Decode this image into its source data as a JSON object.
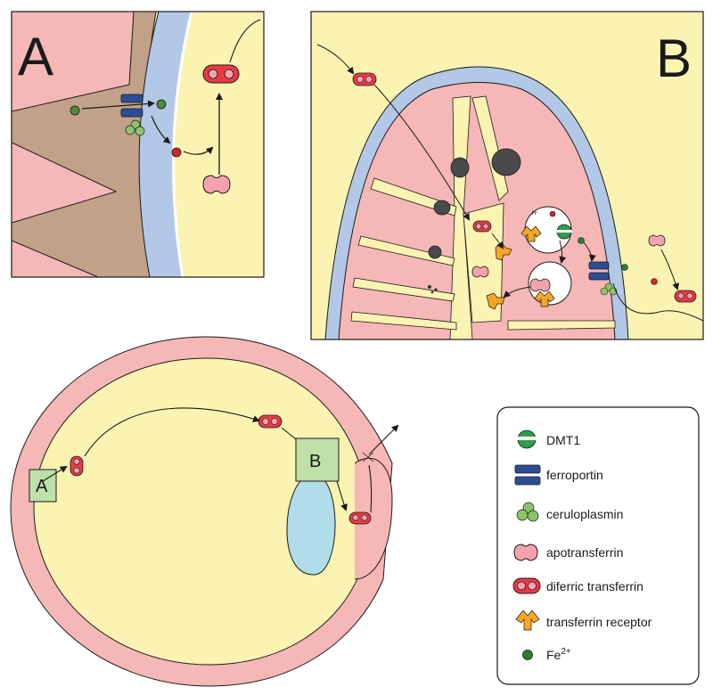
{
  "panels": {
    "a_letter": "A",
    "b_letter": "B"
  },
  "eye": {
    "box_a_label": "A",
    "box_b_label": "B"
  },
  "panel_b": {
    "proton_label": "H⁺"
  },
  "legend": {
    "items": [
      {
        "icon": "dmt1-icon",
        "label": "DMT1"
      },
      {
        "icon": "ferroportin-icon",
        "label": "ferroportin"
      },
      {
        "icon": "ceruloplasmin-icon",
        "label": "ceruloplasmin"
      },
      {
        "icon": "apotransferrin-icon",
        "label": "apotransferrin"
      },
      {
        "icon": "diferric-transferrin-icon",
        "label": "diferric transferrin"
      },
      {
        "icon": "transferrin-receptor-icon",
        "label": "transferrin receptor"
      },
      {
        "icon": "fe2-icon",
        "label": "Fe",
        "superscript": "2+"
      }
    ]
  },
  "colors": {
    "cytoplasm_yellow": "#FBF3B2",
    "tissue_pink": "#F6B7B7",
    "membrane_blue": "#B3C8E6",
    "brown": "#C2A189",
    "box_green": "#BFE0A8",
    "lens_blue": "#B0DDE9",
    "iron_green": "#4E8B3A",
    "iron_red": "#D2232A",
    "receptor_orange": "#F5A623",
    "ferroportin_blue": "#2A4E96",
    "diferric_fill": "#E63B45",
    "apo_fill": "#F4A3AE"
  }
}
